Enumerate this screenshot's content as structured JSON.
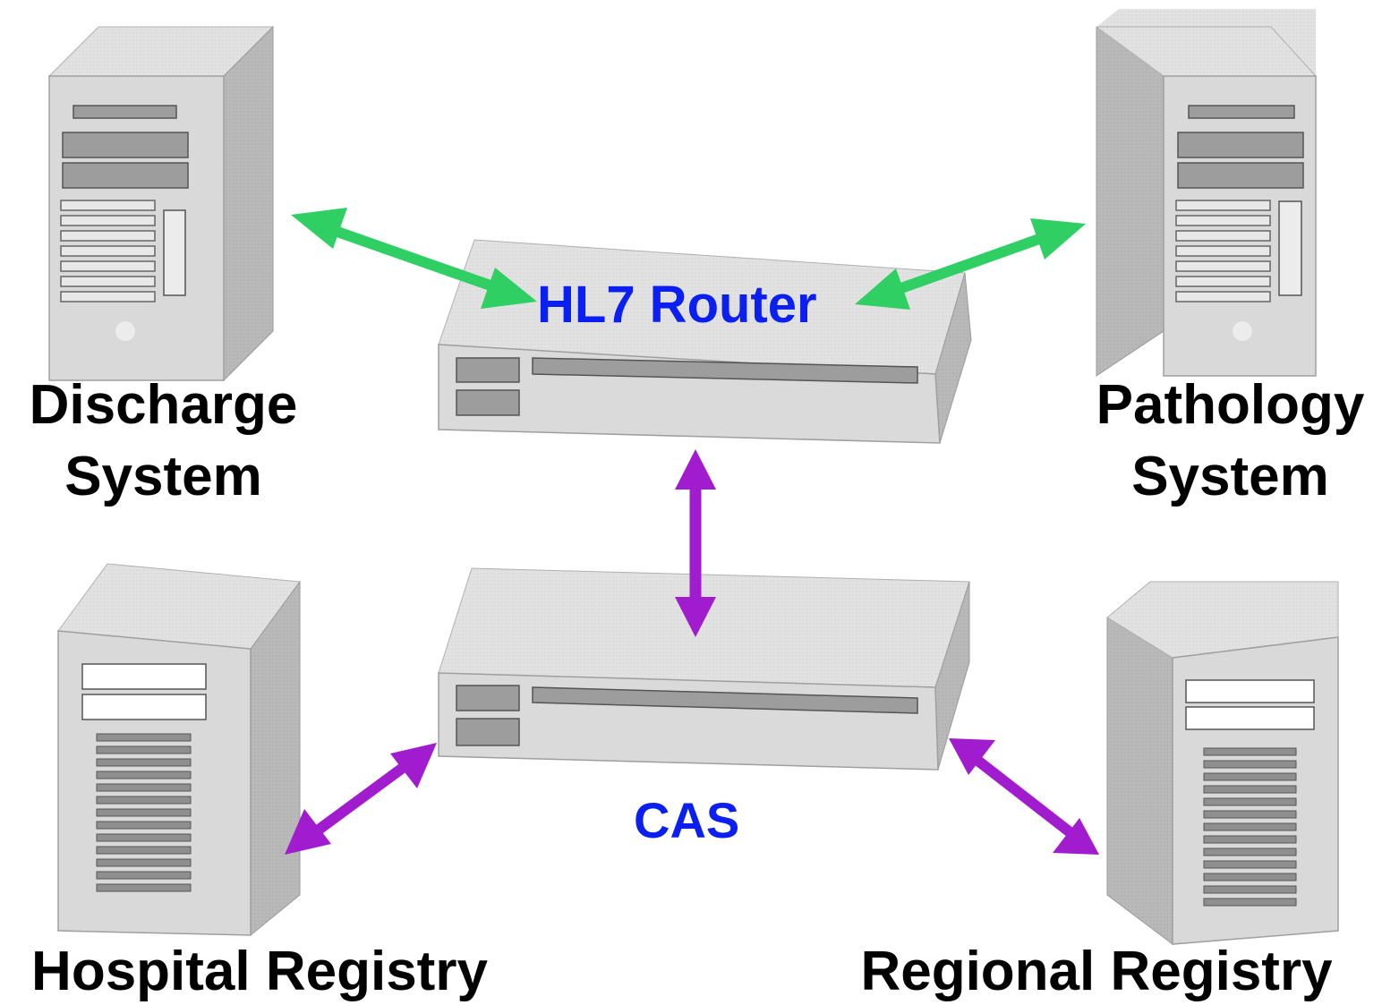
{
  "nodes": {
    "discharge": {
      "line1": "Discharge",
      "line2": "System"
    },
    "pathology": {
      "line1": "Pathology",
      "line2": "System"
    },
    "hospital_registry": {
      "label": "Hospital Registry"
    },
    "regional_registry": {
      "label": "Regional Registry"
    },
    "router": {
      "label": "HL7 Router"
    },
    "cas": {
      "label": "CAS"
    }
  },
  "connections": [
    {
      "from": "Discharge System",
      "to": "HL7 Router",
      "type": "bidirectional",
      "color": "#2fcf63"
    },
    {
      "from": "Pathology System",
      "to": "HL7 Router",
      "type": "bidirectional",
      "color": "#2fcf63"
    },
    {
      "from": "HL7 Router",
      "to": "CAS",
      "type": "bidirectional",
      "color": "#a21ccf"
    },
    {
      "from": "Hospital Registry",
      "to": "CAS",
      "type": "bidirectional",
      "color": "#a21ccf"
    },
    {
      "from": "Regional Registry",
      "to": "CAS",
      "type": "bidirectional",
      "color": "#a21ccf"
    }
  ],
  "colors": {
    "device_label": "#0a1ff0",
    "node_label": "#000000",
    "green_arrow": "#2fcf63",
    "purple_arrow": "#a21ccf",
    "device_face": "#d6d6d6",
    "device_top": "#e4e4e4",
    "device_side": "#b3b3b3"
  }
}
